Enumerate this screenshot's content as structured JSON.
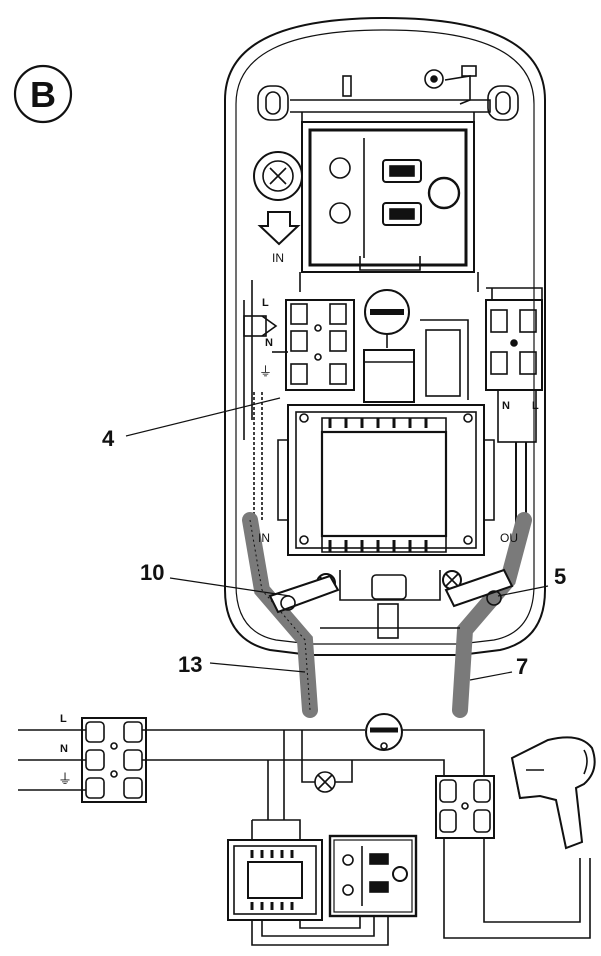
{
  "badge": {
    "letter": "B"
  },
  "callouts": {
    "c4": "4",
    "c5": "5",
    "c7": "7",
    "c10": "10",
    "c13": "13"
  },
  "unit": {
    "arrow_label": "IN",
    "left_terminal": {
      "l": "L",
      "n": "N",
      "earth": "⏚"
    },
    "right_terminal": {
      "n": "N",
      "l": "L"
    },
    "cable_in": "IN",
    "cable_out": "OU"
  },
  "schematic": {
    "l": "L",
    "n": "N",
    "earth": "⏚"
  },
  "icons": [
    "hair-dryer-icon",
    "thermostat-knob-icon",
    "earth-symbol-icon",
    "indicator-lamp-icon"
  ],
  "colors": {
    "stroke": "#111111",
    "cable": "#7a7a7a",
    "paper": "#ffffff"
  }
}
